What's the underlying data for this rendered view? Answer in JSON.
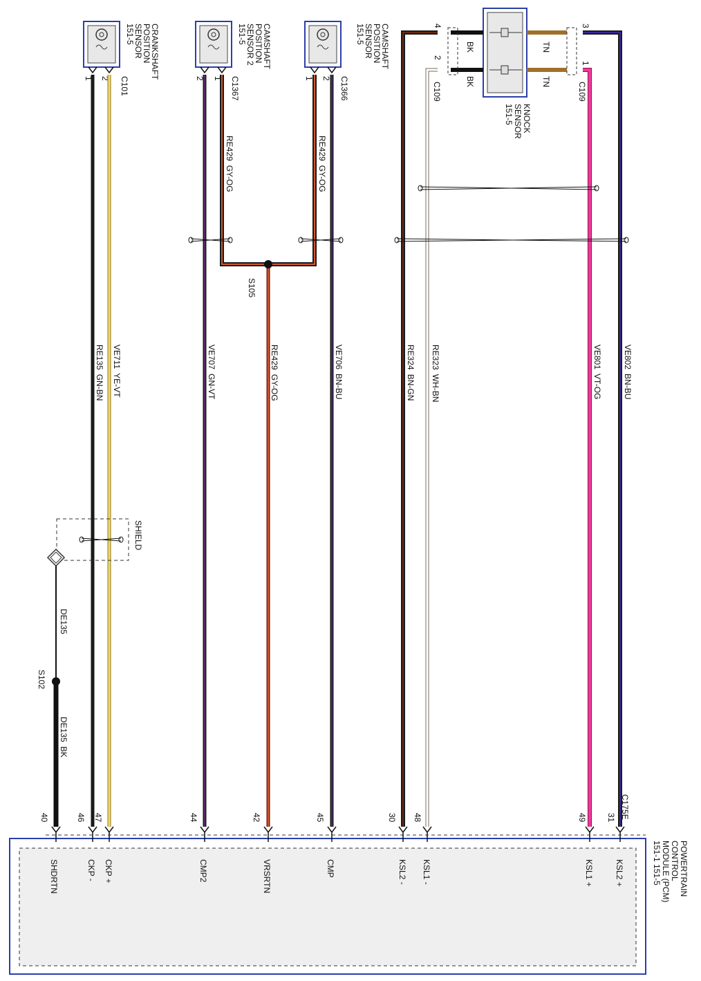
{
  "sensors": {
    "crankshaft": {
      "title": [
        "CRANKSHAFT",
        "POSITION",
        "SENSOR",
        "151-5"
      ],
      "connector": "C101",
      "pin_a": "1",
      "pin_b": "2"
    },
    "cam2": {
      "title": [
        "CAMSHAFT",
        "POSITION",
        "SENSOR 2",
        "151-5"
      ],
      "connector": "C1367",
      "pin_a": "2",
      "pin_b": "1"
    },
    "cam1": {
      "title": [
        "CAMSHAFT",
        "POSITION",
        "SENSOR",
        "151-5"
      ],
      "connector": "C1366",
      "pin_a": "1",
      "pin_b": "2"
    },
    "knock": {
      "title": [
        "KNOCK",
        "SENSOR",
        "151-5"
      ],
      "connector_left": "C109",
      "connector_right": "C109",
      "pin_4": "4",
      "pin_2": "2",
      "pin_3": "3",
      "pin_1": "1",
      "lead_bk_1": "BK",
      "lead_bk_2": "BK",
      "lead_tn_1": "TN",
      "lead_tn_2": "TN"
    }
  },
  "pcm": {
    "title": [
      "POWERTRAIN",
      "CONTROL",
      "MODULE (PCM)",
      "151-1   151-5"
    ],
    "connector": "C175E",
    "pins": [
      {
        "num": "40",
        "name": "SHDRTN"
      },
      {
        "num": "46",
        "name": "CKP -"
      },
      {
        "num": "47",
        "name": "CKP +"
      },
      {
        "num": "44",
        "name": "CMP2"
      },
      {
        "num": "42",
        "name": "VRSRTN"
      },
      {
        "num": "45",
        "name": "CMP"
      },
      {
        "num": "30",
        "name": "KSL2 -"
      },
      {
        "num": "48",
        "name": "KSL1 -"
      },
      {
        "num": "49",
        "name": "KSL1 +"
      },
      {
        "num": "31",
        "name": "KSL2 +"
      }
    ]
  },
  "wires": [
    {
      "circuit": "RE135",
      "color_code": "GN-BN",
      "stroke": "#1a1a1a"
    },
    {
      "circuit": "VE711",
      "color_code": "YE-VT",
      "stroke": "#f0d060"
    },
    {
      "circuit": "VE707",
      "color_code": "GN-VT",
      "stroke": "#3a1a3a"
    },
    {
      "circuit": "RE429",
      "color_code": "GY-OG",
      "stroke": "#b8402a"
    },
    {
      "circuit": "VE706",
      "color_code": "BN-BU",
      "stroke": "#2a1a4a"
    },
    {
      "circuit": "RE324",
      "color_code": "BN-GN",
      "stroke": "#3a1a10"
    },
    {
      "circuit": "RE323",
      "color_code": "WH-BN",
      "stroke": "#bfa88a"
    },
    {
      "circuit": "VE801",
      "color_code": "VT-OG",
      "stroke": "#e8318c"
    },
    {
      "circuit": "VE802",
      "color_code": "BN-BU",
      "stroke": "#2a1a5a"
    }
  ],
  "branch_wires": {
    "cam2_branch": {
      "circuit": "RE429",
      "color_code": "GY-OG"
    },
    "cam1_branch": {
      "circuit": "RE429",
      "color_code": "GY-OG"
    }
  },
  "splices": {
    "s105": "S105",
    "s102": "S102"
  },
  "drain": {
    "upper": {
      "circuit": "DE135"
    },
    "lower": {
      "circuit": "DE135",
      "color_code": "BK"
    }
  },
  "shield_label": "SHIELD"
}
